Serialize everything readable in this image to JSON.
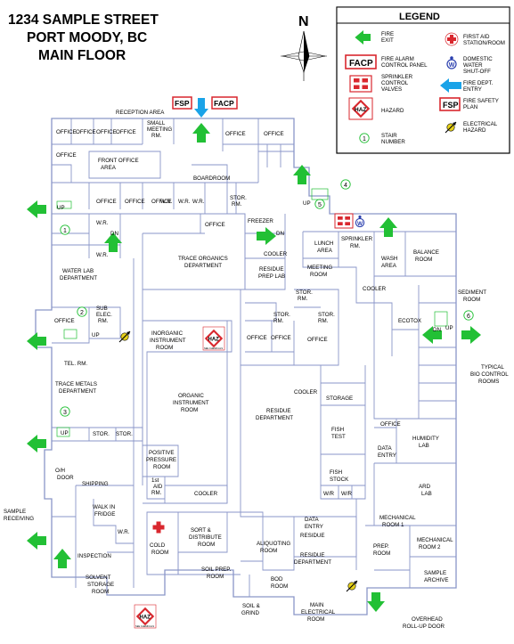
{
  "title": {
    "line1": "1234 SAMPLE STREET",
    "line2": "PORT MOODY, BC",
    "line3": "MAIN FLOOR"
  },
  "compass": {
    "north": "N"
  },
  "legend": {
    "heading": "LEGEND",
    "items": [
      {
        "icon": "fire-exit-arrow-icon",
        "line1": "FIRE",
        "line2": "EXIT"
      },
      {
        "icon": "first-aid-icon",
        "line1": "FIRST AID",
        "line2": "STATION/ROOM"
      },
      {
        "badge": "FACP",
        "line1": "FIRE ALARM",
        "line2": "CONTROL PANEL"
      },
      {
        "icon": "water-shutoff-icon",
        "line1": "DOMESTIC",
        "line2": "WATER",
        "line3": "SHUT-OFF"
      },
      {
        "icon": "sprinkler-valve-icon",
        "line1": "SPRINKLER",
        "line2": "CONTROL",
        "line3": "VALVES"
      },
      {
        "icon": "fire-dept-entry-arrow-icon",
        "line1": "FIRE DEPT.",
        "line2": "ENTRY"
      },
      {
        "icon": "hazard-icon",
        "badge": "HAZ",
        "line1": "HAZARD"
      },
      {
        "badge": "FSP",
        "line1": "FIRE SAFETY",
        "line2": "PLAN"
      },
      {
        "icon": "stair-number-icon",
        "badge": "1",
        "line1": "STAIR",
        "line2": "NUMBER"
      },
      {
        "icon": "electrical-hazard-icon",
        "line1": "ELECTRICAL",
        "line2": "HAZARD"
      }
    ]
  },
  "markers": {
    "fsp": "FSP",
    "facp": "FACP",
    "haz": "HAZ",
    "haz_sub": "SEE CHEMICALS",
    "w": "W",
    "up": "UP",
    "dn": "DN",
    "stairs": [
      "1",
      "2",
      "3",
      "4",
      "5",
      "6"
    ]
  },
  "rooms": [
    "RECEPTION AREA",
    "SMALL",
    "MEETING",
    "RM.",
    "OFFICE",
    "OFFICE",
    "OFFICE",
    "OFFICE",
    "OFFICE",
    "OFFICE",
    "OFFICE",
    "FRONT OFFICE",
    "AREA",
    "BOARDROOM",
    "OFFICE",
    "OFFICE",
    "OFFICE",
    "W.R.",
    "W.R.",
    "STOR.",
    "RM.",
    "W.R.",
    "W.R.",
    "W.R.",
    "OFFICE",
    "FREEZER",
    "COOLER",
    "TRACE ORGANICS",
    "DEPARTMENT",
    "WATER LAB",
    "DEPARTMENT",
    "RESIDUE",
    "PREP LAB",
    "MEETING",
    "ROOM",
    "LUNCH",
    "AREA",
    "SPRINKLER",
    "RM.",
    "WASH",
    "AREA",
    "BALANCE",
    "ROOM",
    "STOR.",
    "RM.",
    "COOLER",
    "SEDIMENT",
    "ROOM",
    "ECOTOX",
    "OFFICE",
    "SUB",
    "ELEC.",
    "RM.",
    "TEL. RM.",
    "INORGANIC",
    "INSTRUMENT",
    "ROOM",
    "STOR.",
    "RM.",
    "STOR.",
    "RM.",
    "OFFICE",
    "OFFICE",
    "OFFICE",
    "TRACE METALS",
    "DEPARTMENT",
    "ORGANIC",
    "INSTRUMENT",
    "ROOM",
    "TYPICAL",
    "BIO CONTROL",
    "ROOMS",
    "COOLER",
    "STORAGE",
    "RESIDUE",
    "DEPARTMENT",
    "STOR.",
    "STOR.",
    "FISH",
    "TEST",
    "OFFICE",
    "O/H",
    "DOOR",
    "DATA",
    "ENTRY",
    "HUMIDITY",
    "LAB",
    "POSITIVE",
    "PRESSURE",
    "ROOM",
    "FISH",
    "STOCK",
    "SHIPPING",
    "1st",
    "AID",
    "RM.",
    "W/R",
    "W/R",
    "COOLER",
    "ARD",
    "LAB",
    "SAMPLE",
    "RECEIVING",
    "WALK IN",
    "FRIDGE",
    "W.R.",
    "SORT &",
    "DISTRIBUTE",
    "ROOM",
    "DATA",
    "ENTRY",
    "RESIDUE",
    "MECHANICAL",
    "ROOM 1",
    "INSPECTION",
    "COLD",
    "ROOM",
    "ALIQUOTING",
    "ROOM",
    "RESIDUE",
    "DEPARTMENT",
    "MECHANICAL",
    "ROOM 2",
    "PREP.",
    "ROOM",
    "SAMPLE",
    "ARCHIVE",
    "SOLVENT",
    "STORAGE",
    "ROOM",
    "SOIL PREP.",
    "ROOM",
    "BOD",
    "ROOM",
    "SOIL &",
    "GRIND",
    "MAIN",
    "ELECTRICAL",
    "ROOM",
    "OVERHEAD",
    "ROLL-UP DOOR"
  ],
  "colors": {
    "fire_exit": "#22c035",
    "fire_dept_entry": "#1aa3e8",
    "wall": "#8a96c8",
    "marker_red": "#d9272e",
    "water_blue": "#2a3fae",
    "electrical_yellow": "#e8d21a"
  }
}
